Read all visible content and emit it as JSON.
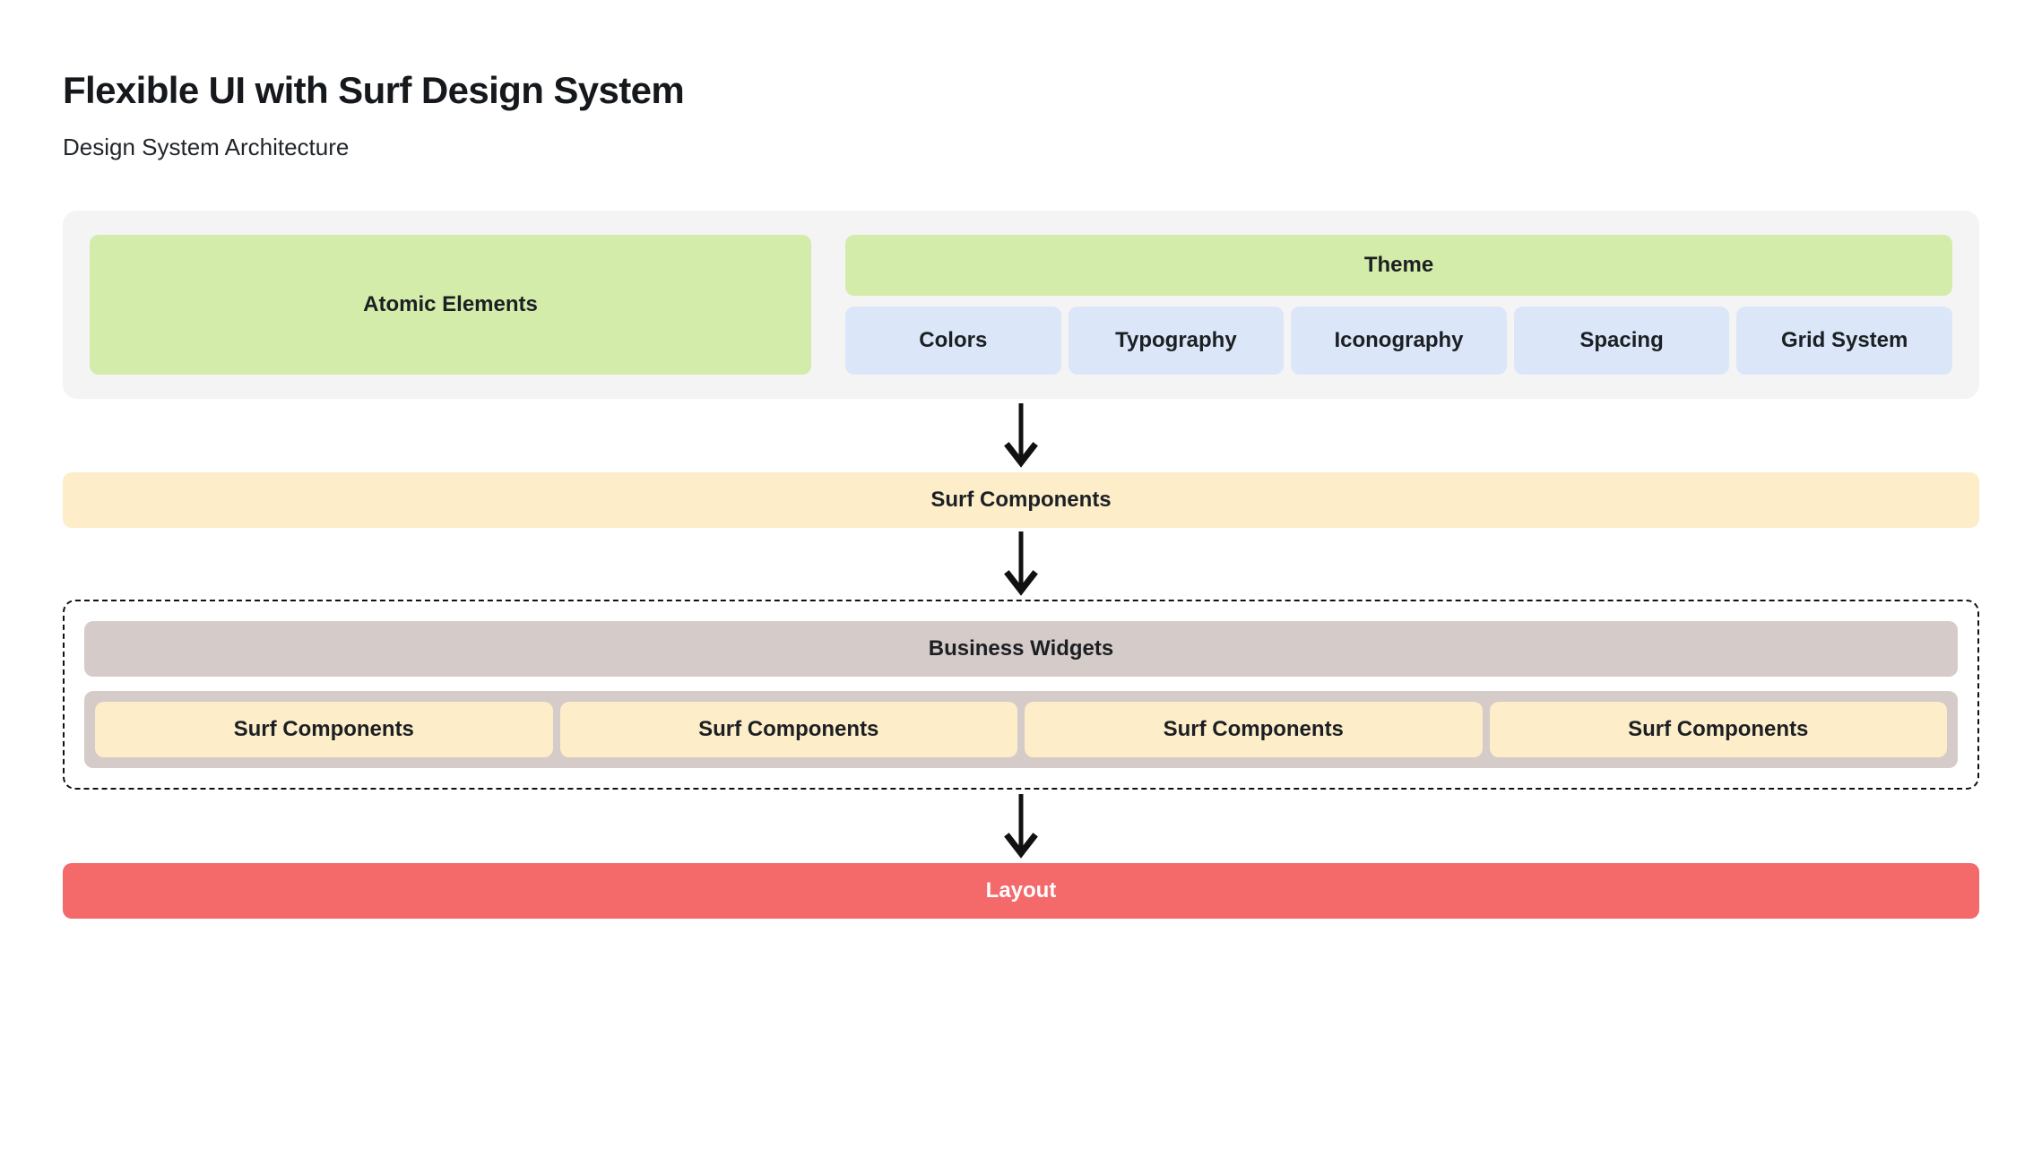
{
  "header": {
    "title": "Flexible UI with Surf Design System",
    "subtitle": "Design System Architecture"
  },
  "colors": {
    "panel_background": "#f4f4f5",
    "foundation_green": "#d3ecaa",
    "token_blue": "#dbe7f8",
    "component_cream": "#fdeec9",
    "widget_gray": "#d5cbc9",
    "layout_red": "#f4696a",
    "arrow_black": "#111111",
    "text_dark": "#1c1f23",
    "text_light": "#ffffff"
  },
  "diagram": {
    "foundation_layer": {
      "atomic_elements_label": "Atomic Elements",
      "theme_label": "Theme",
      "theme_tokens": [
        {
          "label": "Colors"
        },
        {
          "label": "Typography"
        },
        {
          "label": "Iconography"
        },
        {
          "label": "Spacing"
        },
        {
          "label": "Grid System"
        }
      ]
    },
    "arrow_1": {
      "name": "down-arrow"
    },
    "components_layer": {
      "label": "Surf Components"
    },
    "arrow_2": {
      "name": "down-arrow"
    },
    "widgets_layer": {
      "business_widgets_label": "Business Widgets",
      "components": [
        {
          "label": "Surf Components"
        },
        {
          "label": "Surf Components"
        },
        {
          "label": "Surf Components"
        },
        {
          "label": "Surf Components"
        }
      ]
    },
    "arrow_3": {
      "name": "down-arrow"
    },
    "layout_layer": {
      "label": "Layout"
    }
  }
}
